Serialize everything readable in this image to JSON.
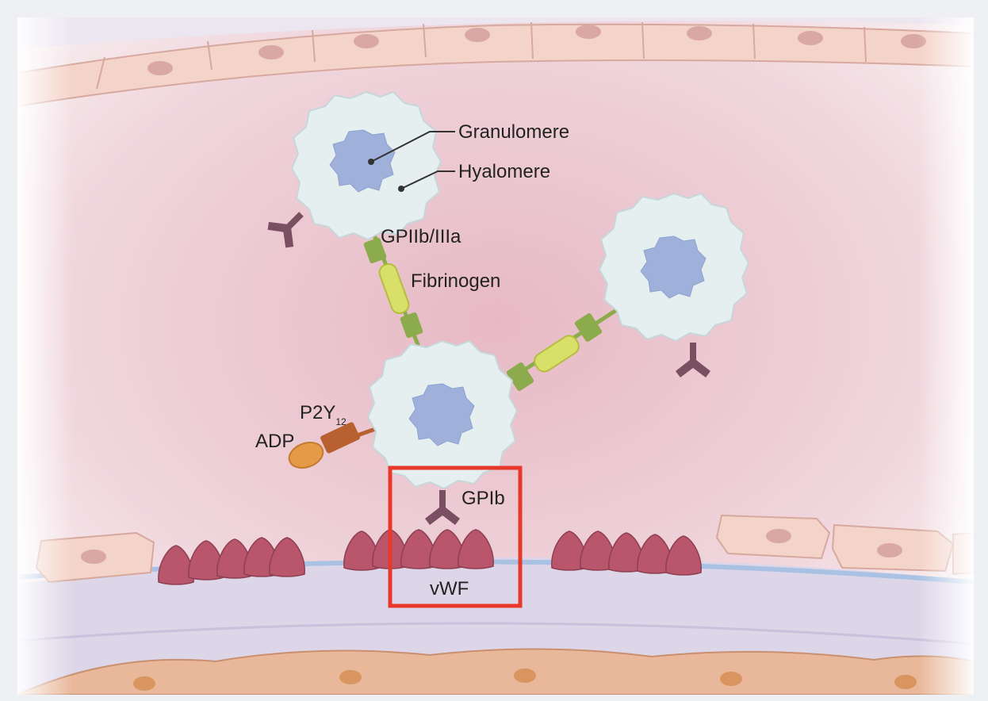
{
  "labels": {
    "granulomere": "Granulomere",
    "hyalomere": "Hyalomere",
    "gpiib_iiia": "GPIIb/IIIa",
    "fibrinogen": "Fibrinogen",
    "p2y": "P2Y",
    "p2y_sub": "12",
    "adp": "ADP",
    "gpib": "GPIb",
    "vwf": "vWF"
  },
  "colors": {
    "highlight_box": "#e8382b",
    "platelet": "#e6eff0",
    "granulomere": "#9fb1da",
    "receptor_gpib": "#7a4f62",
    "fibrinogen": "#d9e06a",
    "gpiib_iiia": "#8cab4c",
    "p2y12": "#b8602f",
    "adp": "#e59a48",
    "vwf": "#b9566b"
  }
}
